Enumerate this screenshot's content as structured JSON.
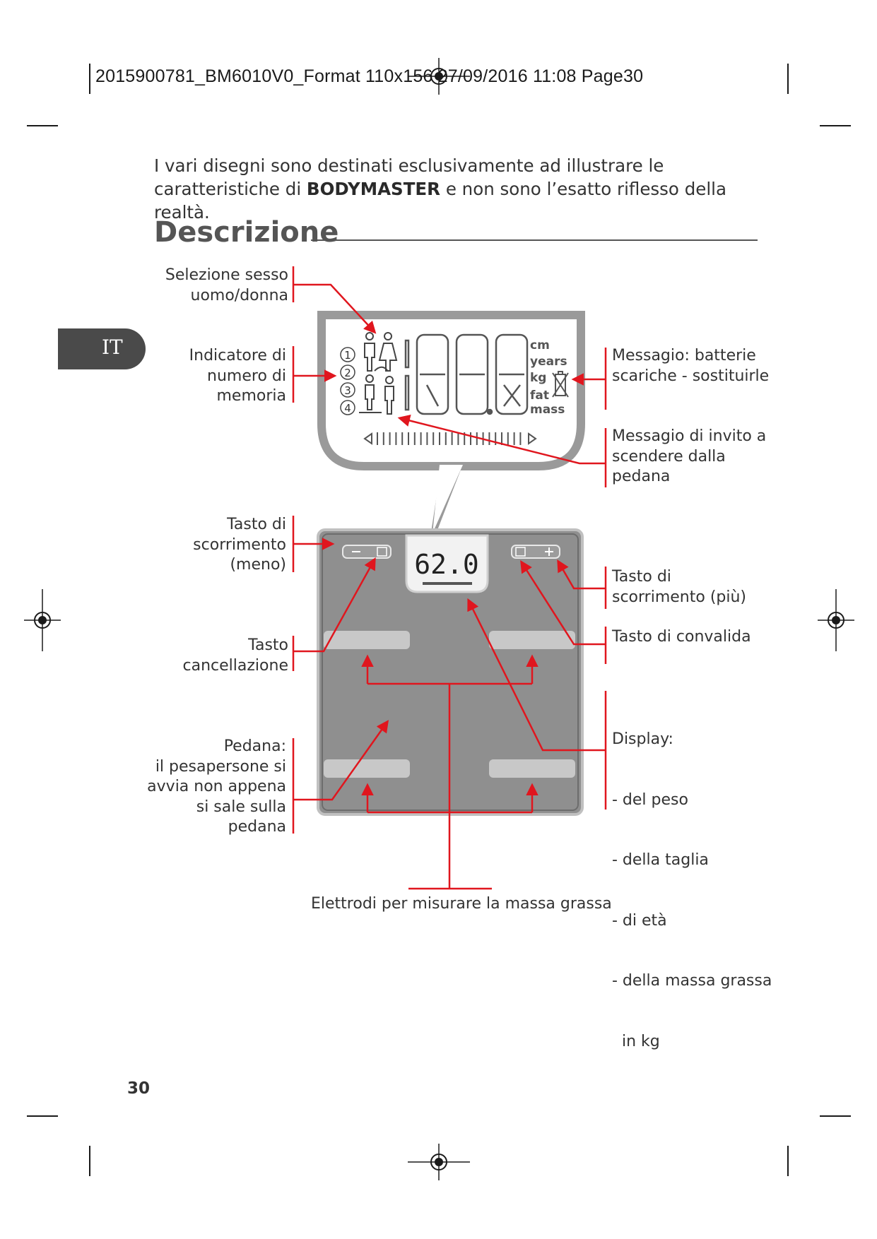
{
  "header": {
    "print_slug": "2015900781_BM6010V0_Format 110x156 27/09/2016  11:08  Page30"
  },
  "intro": {
    "text_before": "I vari disegni sono destinati esclusivamente ad illustrare le caratteristiche di ",
    "brand": "BODYMASTER",
    "text_after": " e non sono l’esatto riflesso della realtà."
  },
  "section": {
    "title": "Descrizione",
    "language_tab": "IT"
  },
  "labels": {
    "gender_select": [
      "Selezione sesso",
      "uomo/donna"
    ],
    "memory_indicator": [
      "Indicatore di",
      "numero di",
      "memoria"
    ],
    "minus_key": [
      "Tasto di",
      "scorrimento",
      "(meno)"
    ],
    "delete_key": [
      "Tasto",
      "cancellazione"
    ],
    "platform": [
      "Pedana:",
      "il pesapersone si",
      "avvia non appena",
      "si sale sulla",
      "pedana"
    ],
    "battery_message": [
      "Messagio: batterie",
      "scariche - sostituirle"
    ],
    "step_off_message": [
      "Messagio di invito a",
      "scendere dalla",
      "pedana"
    ],
    "plus_key": [
      "Tasto di",
      "scorrimento (più)"
    ],
    "confirm_key": [
      "Tasto di convalida"
    ],
    "display": [
      "Display:",
      "- del peso",
      "- della taglia",
      "- di età",
      "- della massa grassa",
      "  in kg"
    ],
    "electrodes": "Elettrodi per misurare la massa grassa"
  },
  "lcd": {
    "memory_numbers": [
      "1",
      "2",
      "3",
      "4"
    ],
    "units": [
      "cm",
      "years",
      "kg",
      "fat",
      "mass"
    ]
  },
  "scale": {
    "small_display": "62.0"
  },
  "page_number": "30",
  "colors": {
    "arrow_red": "#e0161e",
    "scale_gray": "#8f8f8f",
    "lcd_border": "#9a9a9a"
  }
}
